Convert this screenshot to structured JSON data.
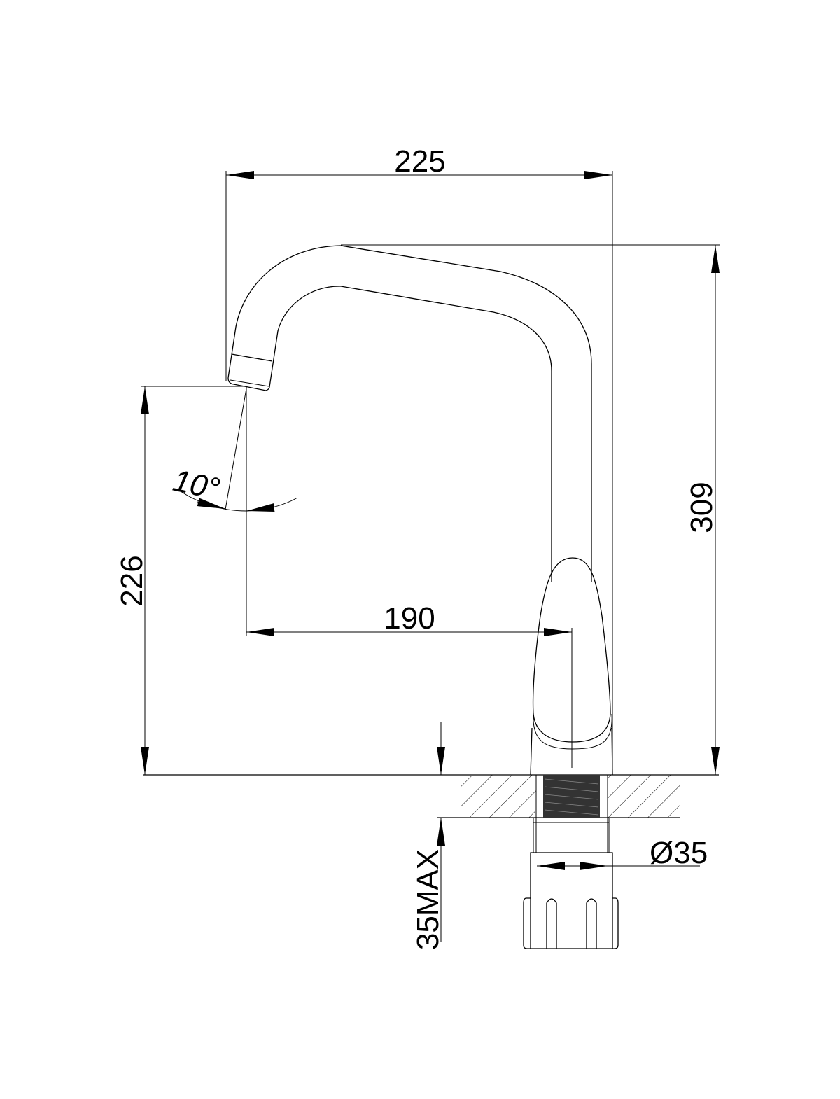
{
  "drawing": {
    "dimensions": {
      "overall_reach": "225",
      "overall_height": "309",
      "spout_height": "226",
      "spout_reach": "190",
      "spray_angle": "10°",
      "hole_diameter": "Ø35",
      "max_deck_thickness": "35MAX"
    },
    "colors": {
      "line": "#000000",
      "background": "#ffffff",
      "thread": "#333333"
    }
  }
}
